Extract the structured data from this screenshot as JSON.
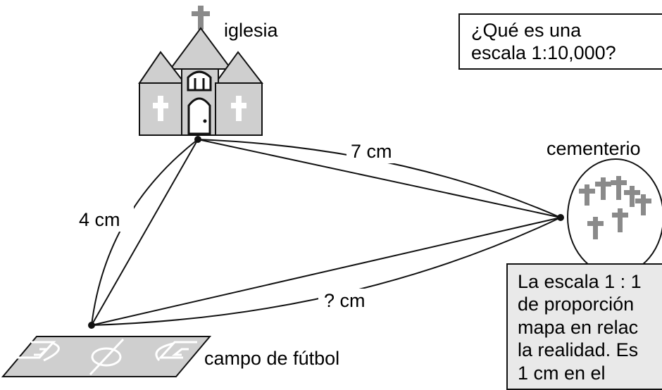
{
  "labels": {
    "church": "iglesia",
    "cemetery": "cementerio",
    "field": "campo de fútbol",
    "dist_church_cemetery": "7 cm",
    "dist_church_field": "4 cm",
    "dist_field_cemetery": "? cm"
  },
  "question_box": {
    "lines": [
      "¿Qué es una",
      "escala 1:10,000?"
    ]
  },
  "answer_box": {
    "lines": [
      "La escala 1 : 1",
      "de proporción",
      "mapa en relac",
      "la realidad. Es",
      "1 cm en el"
    ]
  },
  "colors": {
    "ink": "#111111",
    "gray_fill": "#cfcfcf",
    "cross_gray": "#8a8a8a",
    "answer_bg": "#e9e9e9"
  }
}
